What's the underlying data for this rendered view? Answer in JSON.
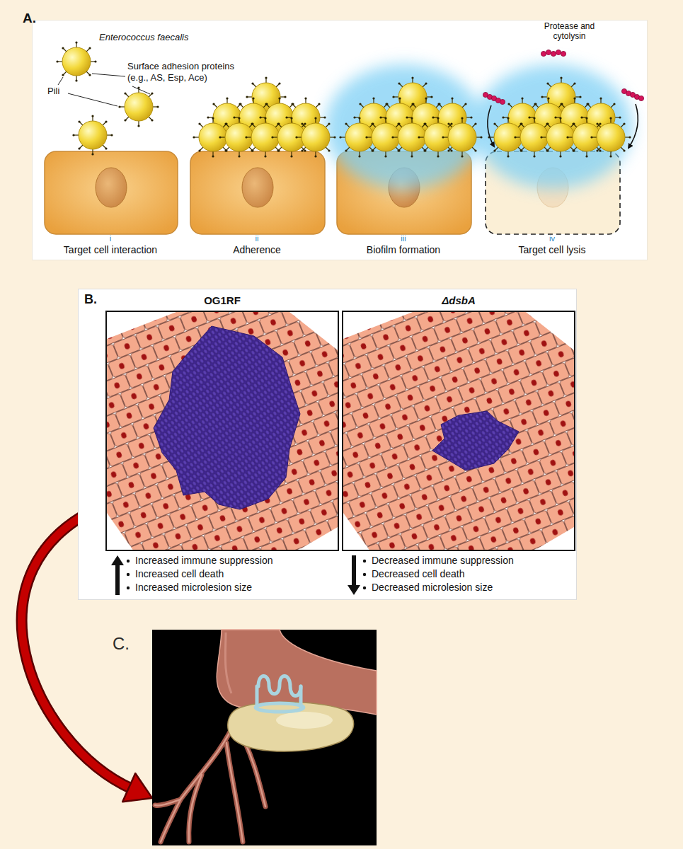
{
  "diagram": {
    "nodes": [
      {
        "text": [
          "A."
        ]
      },
      {
        "text": [
          "B."
        ]
      },
      {
        "text": [
          "OG1RF",
          "Increased immune suppression",
          "Increased cell death",
          "Increased microlesion size"
        ],
        "in": 1
      },
      {
        "text": [
          "ΔdsbA",
          "Decreased immune suppression",
          "Decreased cell death",
          "Decreased microlesion size"
        ],
        "in": 1
      },
      {
        "text": [
          "C."
        ]
      }
    ],
    "edges": [
      {
        "from": 2,
        "to": 4,
        "arrow": "to"
      }
    ],
    "labels": [
      "Enterococcus faecalis",
      "Surface adhesion proteins (e.g., AS, Esp, Ace)",
      "Pili",
      "i",
      "Target cell interaction",
      "ii",
      "Adherence",
      "iii",
      "Biofilm formation",
      "iv",
      "Target cell lysis",
      "Protease and cytolysin"
    ]
  }
}
